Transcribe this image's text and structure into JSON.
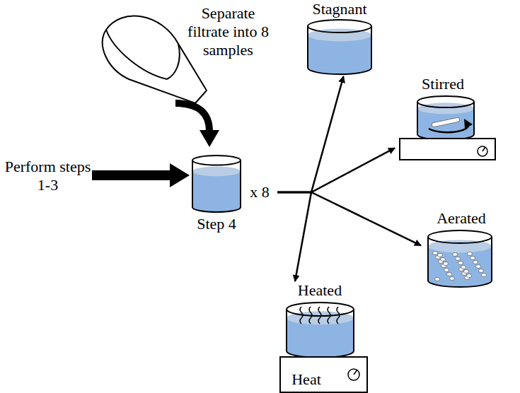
{
  "diagram": {
    "nodes": [
      {
        "text": [
          "Step 4",
          "x 8"
        ]
      },
      {
        "text": [
          "Stagnant"
        ]
      },
      {
        "text": [
          "Stirred"
        ]
      },
      {
        "text": [
          "Aerated"
        ]
      },
      {
        "text": [
          "Heated"
        ]
      },
      {
        "text": [
          "Heat"
        ],
        "in": 4
      }
    ],
    "edges": [
      {
        "from": 0,
        "to": 1,
        "arrow": "to"
      },
      {
        "from": 0,
        "to": 2,
        "arrow": "to"
      },
      {
        "from": 0,
        "to": 3,
        "arrow": "to"
      },
      {
        "from": 0,
        "to": 4,
        "arrow": "to"
      }
    ],
    "labels": [
      "Separate filtrate into 8 samples",
      "Perform steps 1-3"
    ]
  }
}
